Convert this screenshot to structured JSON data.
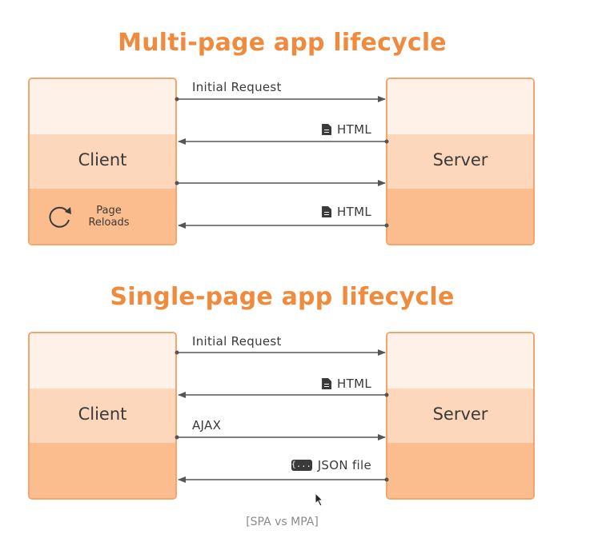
{
  "diagrams": [
    {
      "title": "Multi-page app lifecycle",
      "client_label": "Client",
      "server_label": "Server",
      "reload_label_line1": "Page",
      "reload_label_line2": "Reloads",
      "messages": [
        {
          "label": "Initial Request",
          "direction": "to-server",
          "icon": ""
        },
        {
          "label": "HTML",
          "direction": "to-client",
          "icon": "document-icon"
        },
        {
          "label": "",
          "direction": "to-server",
          "icon": ""
        },
        {
          "label": "HTML",
          "direction": "to-client",
          "icon": "document-icon"
        }
      ]
    },
    {
      "title": "Single-page app lifecycle",
      "client_label": "Client",
      "server_label": "Server",
      "json_icon_text": "{...}",
      "messages": [
        {
          "label": "Initial Request",
          "direction": "to-server",
          "icon": ""
        },
        {
          "label": "HTML",
          "direction": "to-client",
          "icon": "document-icon"
        },
        {
          "label": "AJAX",
          "direction": "to-server",
          "icon": ""
        },
        {
          "label": "JSON file",
          "direction": "to-client",
          "icon": "json-icon"
        }
      ]
    }
  ],
  "caption": "[SPA vs MPA]",
  "colors": {
    "accent": "#F08A3C",
    "box_light": "#FEF1E7",
    "box_mid": "#FDD7BB",
    "box_dark": "#FBBC8E",
    "arrow": "#555555"
  }
}
